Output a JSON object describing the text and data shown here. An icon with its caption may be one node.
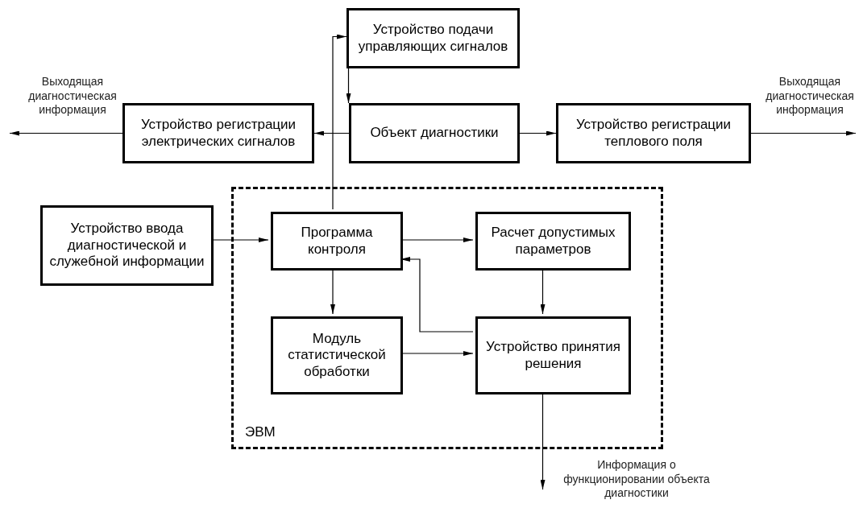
{
  "diagram": {
    "nodes": [
      {
        "text": [
          "Устройство подачи управляющих сигналов"
        ]
      },
      {
        "text": [
          "Устройство регистрации электрических сигналов"
        ]
      },
      {
        "text": [
          "Объект диагностики"
        ]
      },
      {
        "text": [
          "Устройство регистрации теплового поля"
        ]
      },
      {
        "text": [
          "Устройство ввода диагностической и служебной информации"
        ]
      },
      {
        "text": [
          "ЭВМ"
        ]
      },
      {
        "text": [
          "Программа контроля"
        ],
        "in": 5
      },
      {
        "text": [
          "Расчет допустимых параметров"
        ],
        "in": 5
      },
      {
        "text": [
          "Модуль статистической обработки"
        ],
        "in": 5
      },
      {
        "text": [
          "Устройство принятия решения"
        ],
        "in": 5
      }
    ],
    "edges": [
      {
        "from": 6,
        "to": 0,
        "arrow": "to"
      },
      {
        "from": 0,
        "to": 2,
        "arrow": "to"
      },
      {
        "from": 2,
        "to": 1,
        "arrow": "to"
      },
      {
        "from": 1,
        "to": null,
        "arrow": "to"
      },
      {
        "from": 2,
        "to": 3,
        "arrow": "to"
      },
      {
        "from": 3,
        "to": null,
        "arrow": "to"
      },
      {
        "from": 4,
        "to": 6,
        "arrow": "to"
      },
      {
        "from": 6,
        "to": 7,
        "arrow": "to"
      },
      {
        "from": 6,
        "to": 8,
        "arrow": "to"
      },
      {
        "from": 7,
        "to": 9,
        "arrow": "to"
      },
      {
        "from": 8,
        "to": 9,
        "arrow": "to"
      },
      {
        "from": 9,
        "to": 6,
        "arrow": "to"
      },
      {
        "from": 9,
        "to": null,
        "arrow": "to"
      }
    ],
    "labels": [
      "Выходящая диагностическая информация",
      "Выходящая диагностическая информация",
      "Информация о функционировании объекта диагностики"
    ]
  }
}
